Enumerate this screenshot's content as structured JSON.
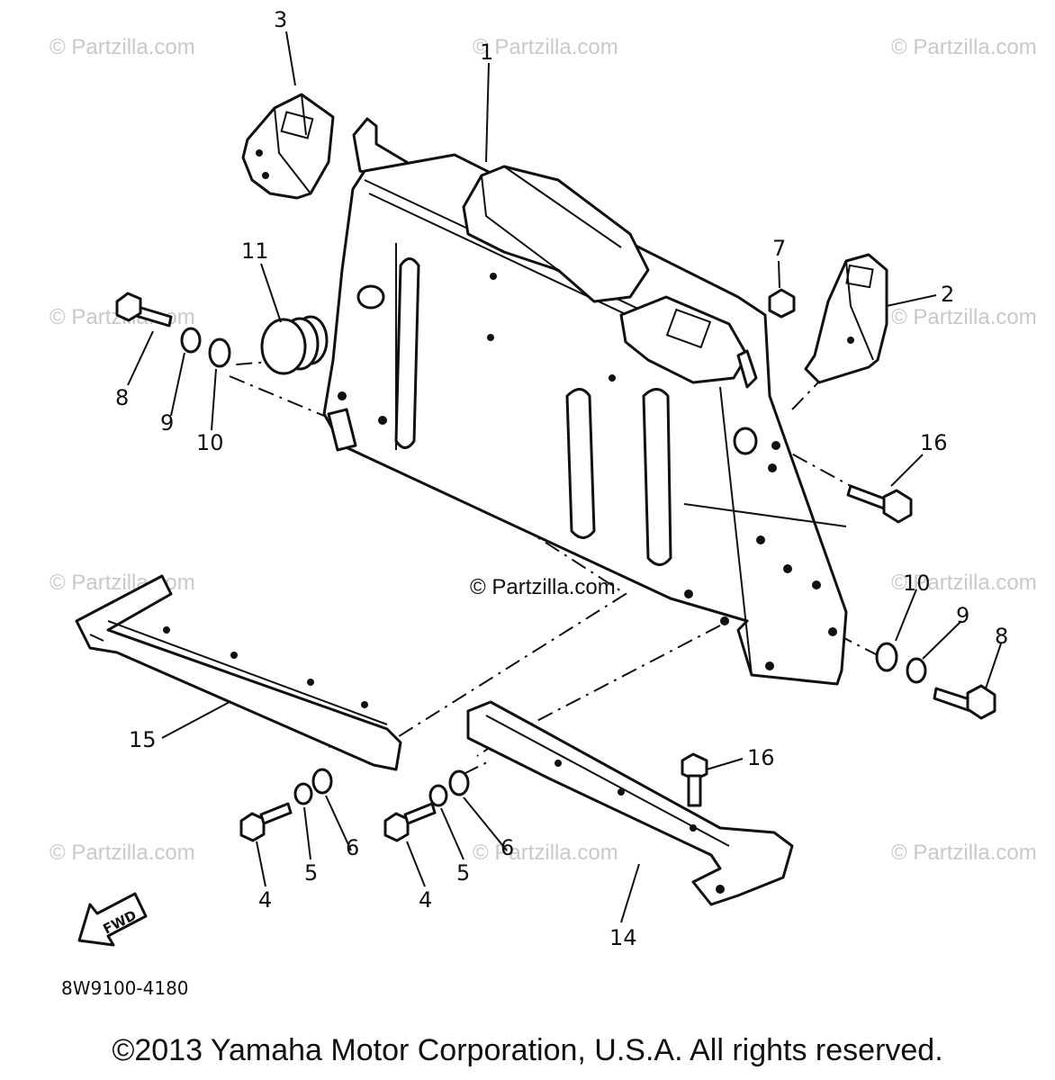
{
  "watermark": "© Partzilla.com",
  "watermark_center": "© Partzilla.com",
  "diagram_code": "8W9100-4180",
  "fwd_label": "FWD",
  "copyright": "©2013 Yamaha Motor Corporation, U.S.A. All rights reserved.",
  "callouts": {
    "c1": "1",
    "c2": "2",
    "c3": "3",
    "c4a": "4",
    "c4b": "4",
    "c5a": "5",
    "c5b": "5",
    "c6a": "6",
    "c6b": "6",
    "c7": "7",
    "c8a": "8",
    "c8b": "8",
    "c9a": "9",
    "c9b": "9",
    "c10a": "10",
    "c10b": "10",
    "c11": "11",
    "c14": "14",
    "c15": "15",
    "c16a": "16",
    "c16b": "16"
  },
  "icons": {
    "fwd_arrow": "fwd-arrow-icon"
  }
}
